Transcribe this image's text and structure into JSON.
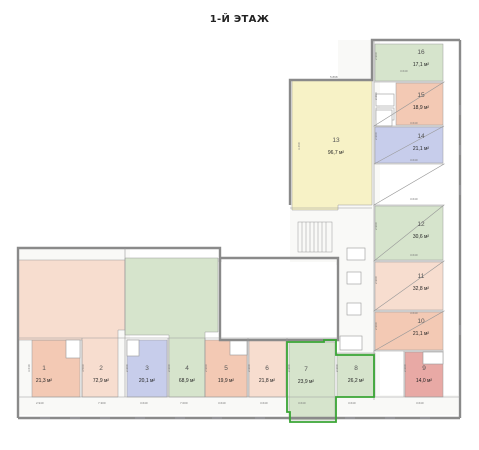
{
  "title": "1-Й ЭТАЖ",
  "rooms": [
    {
      "id": "room-1",
      "number": "1",
      "area": "21,3 м²",
      "color": "#f3c9b4",
      "dims": [
        "2.940",
        "3.640"
      ]
    },
    {
      "id": "room-2",
      "number": "2",
      "area": "72,9 м²",
      "color": "#f7ddcf",
      "dims": [
        "7.300",
        "3.500"
      ]
    },
    {
      "id": "room-3",
      "number": "3",
      "area": "20,1 м²",
      "color": "#c7cdeb",
      "dims": [
        "3.640",
        "2.900"
      ]
    },
    {
      "id": "room-4",
      "number": "4",
      "area": "68,9 м²",
      "color": "#d6e4cc",
      "dims": [
        "7.000",
        "2.900"
      ]
    },
    {
      "id": "room-5",
      "number": "5",
      "area": "19,9 м²",
      "color": "#f3c9b4",
      "dims": [
        "3.640",
        "2.900"
      ]
    },
    {
      "id": "room-6",
      "number": "6",
      "area": "21,8 м²",
      "color": "#f7ddcf",
      "dims": [
        "3.640",
        "2.900"
      ]
    },
    {
      "id": "room-7",
      "number": "7",
      "area": "23,9 м²",
      "color": "#d6e4cc",
      "dims": [
        "3.640",
        "2.900"
      ]
    },
    {
      "id": "room-8",
      "number": "8",
      "area": "26,2 м²",
      "color": "#d6e4cc",
      "dims": [
        "3.640",
        "2.900"
      ]
    },
    {
      "id": "room-9",
      "number": "9",
      "area": "14,0 м²",
      "color": "#e8a9a5",
      "dims": [
        "3.640",
        "2.900"
      ]
    },
    {
      "id": "room-10",
      "number": "10",
      "area": "21,1 м²",
      "color": "#f3c9b4",
      "dims": [
        "3.640",
        "2.900"
      ]
    },
    {
      "id": "room-11",
      "number": "11",
      "area": "32,8 м²",
      "color": "#f7ddcf",
      "dims": [
        "3.640",
        "2.900"
      ]
    },
    {
      "id": "room-12",
      "number": "12",
      "area": "30,6 м²",
      "color": "#d6e4cc",
      "dims": [
        "3.640",
        "2.900"
      ]
    },
    {
      "id": "room-13",
      "number": "13",
      "area": "96,7 м²",
      "color": "#f7f2c6",
      "dims": [
        "5.898",
        "3.460"
      ]
    },
    {
      "id": "room-14",
      "number": "14",
      "area": "21,1 м²",
      "color": "#c7cdeb",
      "dims": [
        "3.640",
        "2.900"
      ]
    },
    {
      "id": "room-15",
      "number": "15",
      "area": "18,9 м²",
      "color": "#f3c9b4",
      "dims": [
        "3.640",
        "2.900"
      ]
    },
    {
      "id": "room-16",
      "number": "16",
      "area": "17,1 м²",
      "color": "#d6e4cc",
      "dims": [
        "3.640",
        "2.900"
      ]
    }
  ],
  "colors": {
    "wall": "#8a8a8a",
    "corridor": "#f9f9f7",
    "highlight": "#3aa535"
  }
}
